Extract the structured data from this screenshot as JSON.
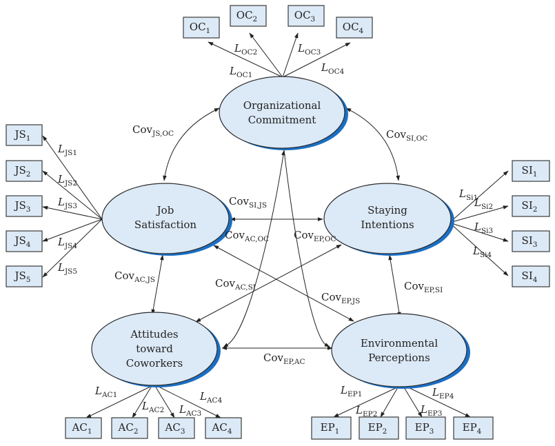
{
  "title": "Structural equation model of job satisfaction constructs",
  "latent_variables": {
    "oc": {
      "line1": "Organizational",
      "line2": "Commitment"
    },
    "js": {
      "line1": "Job",
      "line2": "Satisfaction"
    },
    "si": {
      "line1": "Staying",
      "line2": "Intentions"
    },
    "ac": {
      "line1": "Attitudes",
      "line2": "toward",
      "line3": "Coworkers"
    },
    "ep": {
      "line1": "Environmental",
      "line2": "Perceptions"
    }
  },
  "indicators": {
    "oc": [
      {
        "base": "OC",
        "sub": "1",
        "loading_base": "L",
        "loading_sub": "OC1"
      },
      {
        "base": "OC",
        "sub": "2",
        "loading_base": "L",
        "loading_sub": "OC2"
      },
      {
        "base": "OC",
        "sub": "3",
        "loading_base": "L",
        "loading_sub": "OC3"
      },
      {
        "base": "OC",
        "sub": "4",
        "loading_base": "L",
        "loading_sub": "OC4"
      }
    ],
    "js": [
      {
        "base": "JS",
        "sub": "1",
        "loading_base": "L",
        "loading_sub": "JS1"
      },
      {
        "base": "JS",
        "sub": "2",
        "loading_base": "L",
        "loading_sub": "JS2"
      },
      {
        "base": "JS",
        "sub": "3",
        "loading_base": "L",
        "loading_sub": "JS3"
      },
      {
        "base": "JS",
        "sub": "4",
        "loading_base": "L",
        "loading_sub": "JS4"
      },
      {
        "base": "JS",
        "sub": "5",
        "loading_base": "L",
        "loading_sub": "JS5"
      }
    ],
    "si": [
      {
        "base": "SI",
        "sub": "1",
        "loading_base": "L",
        "loading_sub": "Si1"
      },
      {
        "base": "SI",
        "sub": "2",
        "loading_base": "L",
        "loading_sub": "Si2"
      },
      {
        "base": "SI",
        "sub": "3",
        "loading_base": "L",
        "loading_sub": "Si3"
      },
      {
        "base": "SI",
        "sub": "4",
        "loading_base": "L",
        "loading_sub": "Si4"
      }
    ],
    "ac": [
      {
        "base": "AC",
        "sub": "1",
        "loading_base": "L",
        "loading_sub": "AC1"
      },
      {
        "base": "AC",
        "sub": "2",
        "loading_base": "L",
        "loading_sub": "AC2"
      },
      {
        "base": "AC",
        "sub": "3",
        "loading_base": "L",
        "loading_sub": "AC3"
      },
      {
        "base": "AC",
        "sub": "4",
        "loading_base": "L",
        "loading_sub": "AC4"
      }
    ],
    "ep": [
      {
        "base": "EP",
        "sub": "1",
        "loading_base": "L",
        "loading_sub": "EP1"
      },
      {
        "base": "EP",
        "sub": "2",
        "loading_base": "L",
        "loading_sub": "EP2"
      },
      {
        "base": "EP",
        "sub": "3",
        "loading_base": "L",
        "loading_sub": "EP3"
      },
      {
        "base": "EP",
        "sub": "4",
        "loading_base": "L",
        "loading_sub": "EP4"
      }
    ]
  },
  "covariances": {
    "js_oc": {
      "base": "Cov",
      "sub": "JS,OC"
    },
    "si_oc": {
      "base": "Cov",
      "sub": "SI,OC"
    },
    "si_js": {
      "base": "Cov",
      "sub": "SI,JS"
    },
    "ac_oc": {
      "base": "Cov",
      "sub": "AC,OC"
    },
    "ep_oc": {
      "base": "Cov",
      "sub": "EP,OC"
    },
    "ac_js": {
      "base": "Cov",
      "sub": "AC,JS"
    },
    "ac_si": {
      "base": "Cov",
      "sub": "AC,SI"
    },
    "ep_js": {
      "base": "Cov",
      "sub": "EP,JS"
    },
    "ep_si": {
      "base": "Cov",
      "sub": "EP,SI"
    },
    "ep_ac": {
      "base": "Cov",
      "sub": "EP,AC"
    }
  }
}
